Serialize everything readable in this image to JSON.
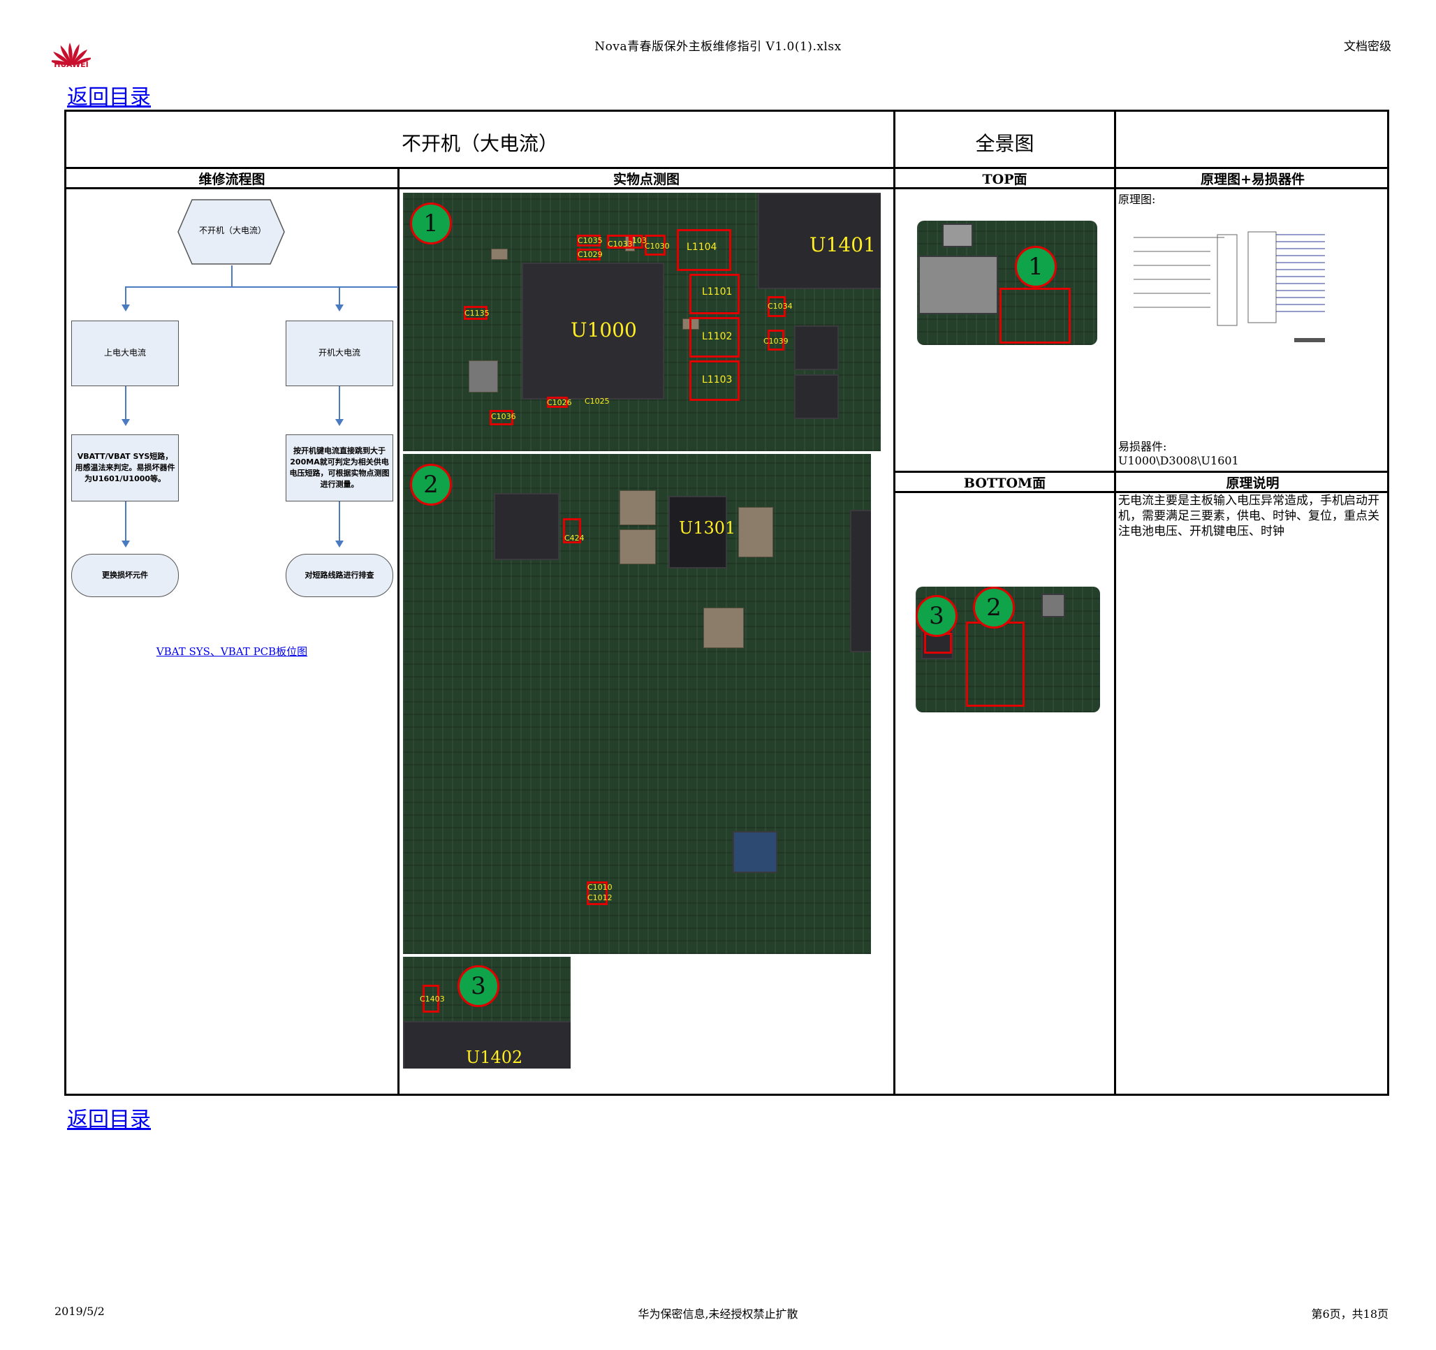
{
  "header": {
    "brand": "HUAWEI",
    "file_title": "Nova青春版保外主板维修指引 V1.0(1).xlsx",
    "security_label": "文档密级"
  },
  "nav": {
    "back_link_top": "返回目录",
    "back_link_bottom": "返回目录"
  },
  "table": {
    "main_title": "不开机（大电流）",
    "panorama_title": "全景图",
    "col_flow": "维修流程图",
    "col_photo": "实物点测图",
    "col_top": "TOP面",
    "col_schematic": "原理图+易损器件",
    "col_bottom": "BOTTOM面",
    "col_principle": "原理说明"
  },
  "flowchart": {
    "start": "不开机（大电流）",
    "left_branch": "上电大电流",
    "right_branch": "开机大电流",
    "left_step": "VBATT/VBAT SYS短路，用感温法来判定。易损坏器件为U1601/U1000等。",
    "right_step": "按开机键电流直接跳到大于200MA就可判定为相关供电电压短路，可根据实物点测图进行测量。",
    "left_end": "更换损坏元件",
    "right_end": "对短路线路进行排查",
    "pcb_link": "VBAT SYS、VBAT PCB板位图"
  },
  "photo_labels": {
    "area1": [
      "C1035",
      "C1029",
      "C1033",
      "103",
      "C1030",
      "L1104",
      "U1401",
      "L1101",
      "C1034",
      "U1000",
      "L1102",
      "C1039",
      "C1135",
      "L1103",
      "C1026",
      "C1025",
      "C1036"
    ],
    "area2": [
      "C424",
      "U1301",
      "C1010",
      "C1012"
    ],
    "area3": [
      "C1403",
      "U1402"
    ],
    "badges": [
      "1",
      "2",
      "3"
    ]
  },
  "schematic": {
    "label": "原理图:",
    "parts_label": "易损器件:",
    "parts": "U1000\\D3008\\U1601"
  },
  "principle_text": "无电流主要是主板输入电压异常造成，手机启动开机，需要满足三要素，供电、时钟、复位，重点关注电池电压、开机键电压、时钟",
  "footer": {
    "date": "2019/5/2",
    "confidential": "华为保密信息,未经授权禁止扩散",
    "page": "第6页，共18页"
  },
  "colors": {
    "accent_red": "#e00000",
    "badge_green": "#0fa34a",
    "label_yellow": "#ffee22",
    "link_blue": "#0000ee",
    "huawei_red": "#c8102e"
  }
}
